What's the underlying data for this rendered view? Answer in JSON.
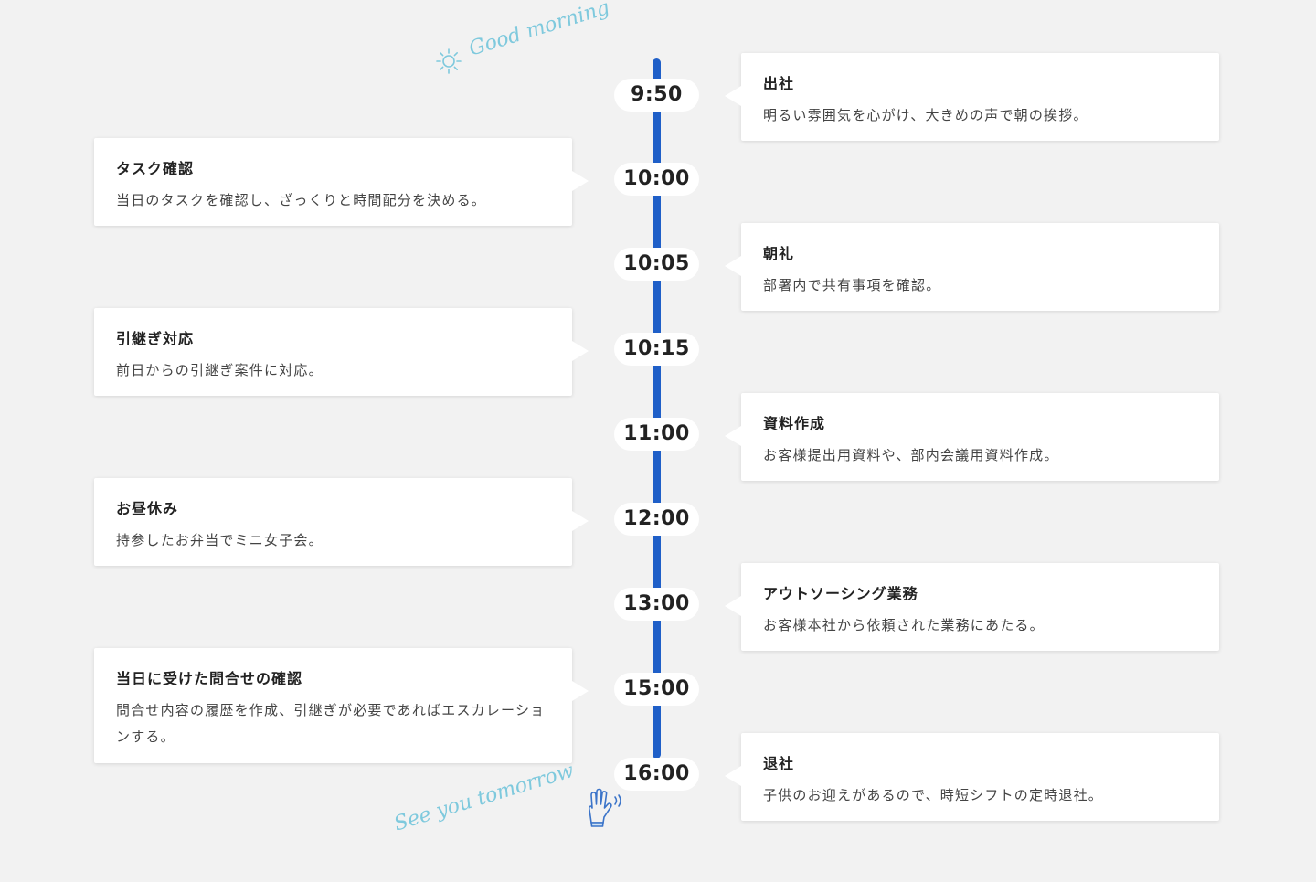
{
  "greeting": {
    "top": "Good morning",
    "bottom": "See you tomorrow"
  },
  "colors": {
    "line": "#1f5fc8",
    "script": "#7ec9dd",
    "background": "#f2f2f2"
  },
  "schedule": [
    {
      "time": "9:50",
      "title": "出社",
      "desc": "明るい雰囲気を心がけ、大きめの声で朝の挨拶。"
    },
    {
      "time": "10:00",
      "title": "タスク確認",
      "desc": "当日のタスクを確認し、ざっくりと時間配分を決める。"
    },
    {
      "time": "10:05",
      "title": "朝礼",
      "desc": "部署内で共有事項を確認。"
    },
    {
      "time": "10:15",
      "title": "引継ぎ対応",
      "desc": "前日からの引継ぎ案件に対応。"
    },
    {
      "time": "11:00",
      "title": "資料作成",
      "desc": "お客様提出用資料や、部内会議用資料作成。"
    },
    {
      "time": "12:00",
      "title": "お昼休み",
      "desc": "持参したお弁当でミニ女子会。"
    },
    {
      "time": "13:00",
      "title": "アウトソーシング業務",
      "desc": "お客様本社から依頼された業務にあたる。"
    },
    {
      "time": "15:00",
      "title": "当日に受けた問合せの確認",
      "desc": "問合せ内容の履歴を作成、引継ぎが必要であればエスカレーションする。"
    },
    {
      "time": "16:00",
      "title": "退社",
      "desc": "子供のお迎えがあるので、時短シフトの定時退社。"
    }
  ]
}
